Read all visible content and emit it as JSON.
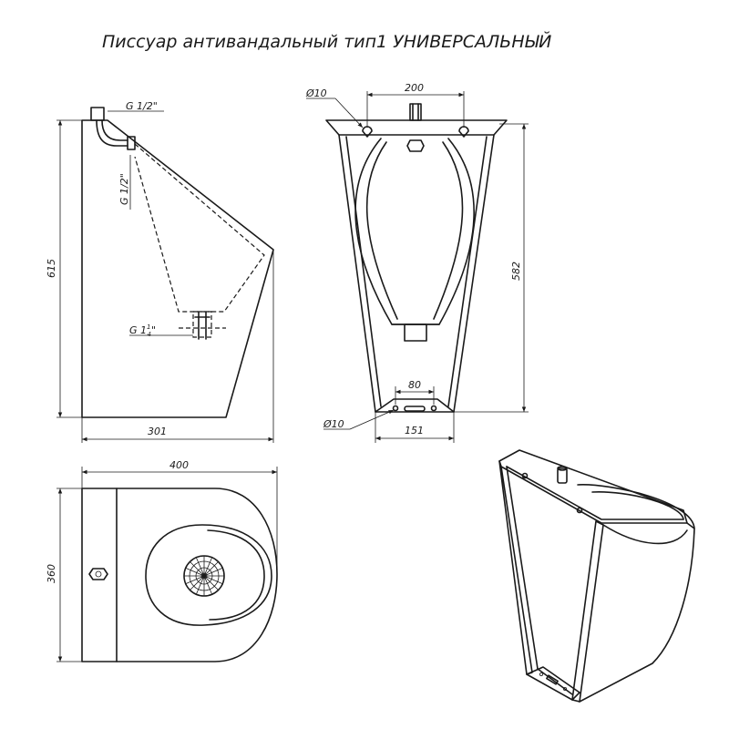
{
  "title": "Писсуар антивандальный тип1 УНИВЕРСАЛЬНЫЙ",
  "side_view": {
    "pipe_top_label": "G 1/2\"",
    "pipe_side_label": "G 1/2\"",
    "drain_label_main": "G 1",
    "drain_label_sup": "1",
    "drain_label_sub": "4",
    "drain_label_quote": "\"",
    "height_label": "615",
    "depth_label": "301"
  },
  "front_view": {
    "hole_top_label": "Ø10",
    "width_top_label": "200",
    "height_label": "582",
    "width_bottom_inner_label": "80",
    "hole_bottom_label": "Ø10",
    "width_bottom_label": "151"
  },
  "top_view": {
    "width_label": "400",
    "depth_label": "360"
  }
}
